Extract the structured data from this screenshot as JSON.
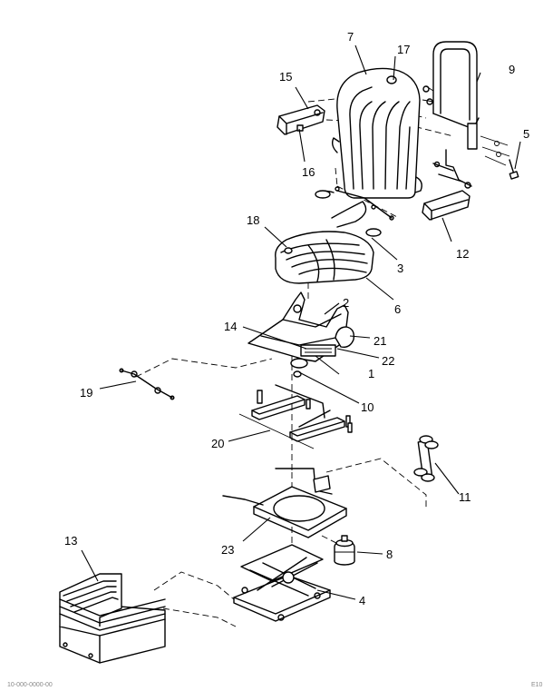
{
  "diagram": {
    "callouts": [
      "1",
      "2",
      "3",
      "4",
      "5",
      "6",
      "7",
      "8",
      "9",
      "10",
      "11",
      "12",
      "13",
      "14",
      "15",
      "16",
      "17",
      "18",
      "19",
      "20",
      "21",
      "22",
      "23"
    ],
    "footer_left": "10-000-0000-00",
    "footer_right": "E10"
  }
}
